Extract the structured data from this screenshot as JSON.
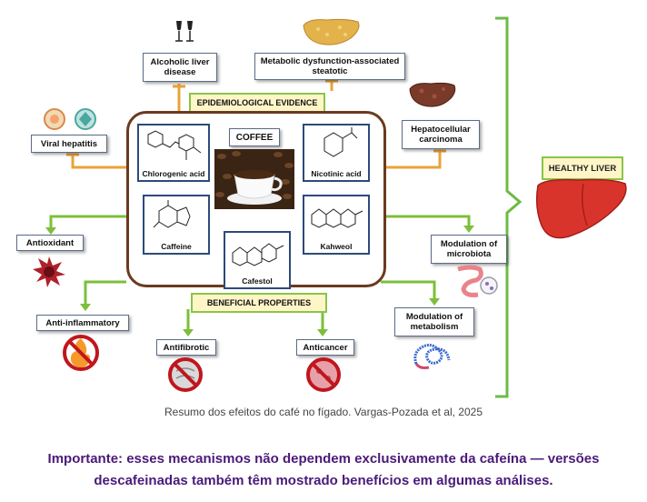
{
  "diagram": {
    "top_labels": {
      "alcoholic": "Alcoholic liver disease",
      "metabolic": "Metabolic dysfunction-associated steatotic",
      "viral": "Viral hepatitis",
      "hcc": "Hepatocellular carcinoma"
    },
    "epidemiological": "EPIDEMIOLOGICAL EVIDENCE",
    "beneficial": "BENEFICIAL PROPERTIES",
    "coffee": "COFFEE",
    "molecules": {
      "chlorogenic": "Chlorogenic acid",
      "nicotinic": "Nicotinic acid",
      "caffeine": "Caffeine",
      "kahweol": "Kahweol",
      "cafestol": "Cafestol"
    },
    "effects": {
      "antioxidant": "Antioxidant",
      "anti_inflammatory": "Anti-inflammatory",
      "antifibrotic": "Antifibrotic",
      "anticancer": "Anticancer",
      "microbiota": "Modulation of microbiota",
      "metabolism": "Modulation of metabolism"
    },
    "healthy_liver": "HEALTHY LIVER"
  },
  "caption": "Resumo dos efeitos do café no fígado. Vargas-Pozada et al, 2025",
  "note": "Importante: esses mecanismos não dependem exclusivamente da cafeína — versões descafeinadas também têm mostrado benefícios em algumas análises.",
  "colors": {
    "inhibit": "#e8a33a",
    "promote": "#7cbf3a",
    "bracket": "#6dbb45",
    "frame": "#6b3a1f",
    "note": "#4a1a7a"
  }
}
